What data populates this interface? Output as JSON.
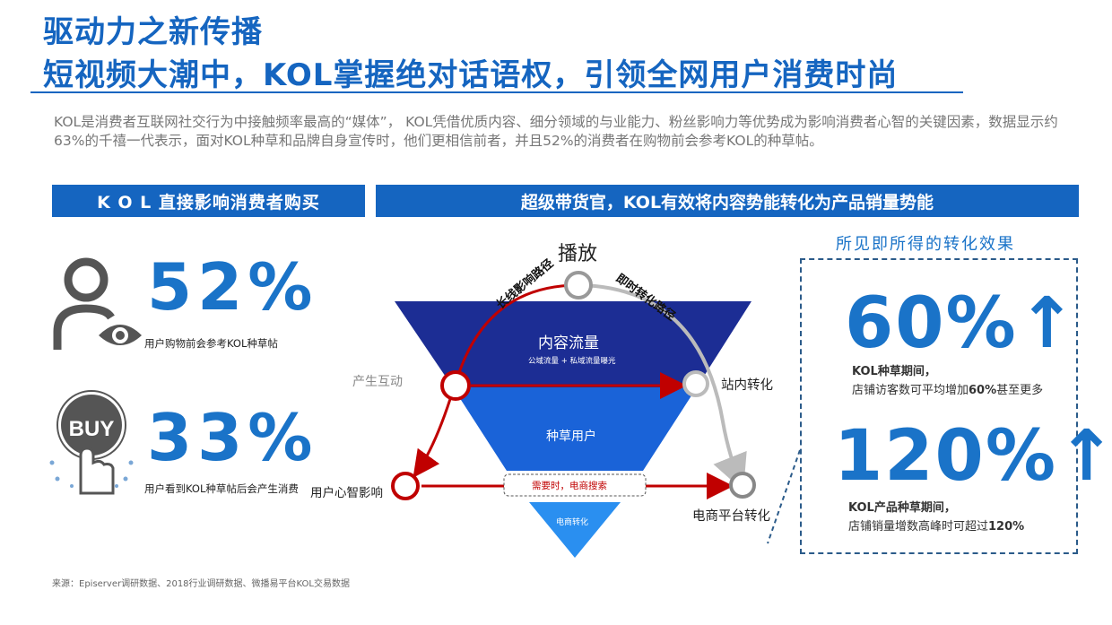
{
  "header": {
    "title_line1": "驱动力之新传播",
    "title_line2": "短视频大潮中，KOL掌握绝对话语权，引领全网用户消费时尚"
  },
  "intro": "KOL是消费者互联网社交行为中接触频率最高的“媒体”， KOL凭借优质内容、细分领域的与业能力、粉丝影响力等优势成为影响消费者心智的关键因素，数据显示约63%的千禧一代表示，面对KOL种草和品牌自身宣传时，他们更相信前者，并且52%的消费者在购物前会参考KOL的种草帖。",
  "left_section": {
    "header": "K O L 直接影响消费者购买",
    "stats": [
      {
        "value": "52%",
        "caption": "用户购物前会参考KOL种草帖",
        "icon": "person-eye-icon"
      },
      {
        "value": "33%",
        "caption": "用户看到KOL种草帖后会产生消费",
        "icon": "buy-button-icon",
        "icon_text": "BUY"
      }
    ]
  },
  "right_section": {
    "header": "超级带货官，KOL有效将内容势能转化为产品销量势能",
    "funnel": {
      "top_label": "播放",
      "layers": [
        {
          "label": "内容流量",
          "sublabel": "公域流量 + 私域流量曝光"
        },
        {
          "label": "种草用户"
        },
        {
          "label": "电商转化"
        }
      ],
      "arc_left_label": "长线影响路径",
      "arc_right_label": "即时转化路径",
      "node_labels": {
        "interaction": "产生互动",
        "onsite": "站内转化",
        "mind": "用户心智影响",
        "ecommerce": "电商平台转化"
      },
      "search_tag": "需要时，电商搜索"
    },
    "effects": {
      "title": "所见即所得的转化效果",
      "items": [
        {
          "value": "60%",
          "arrow": "↑",
          "line1": "KOL种草期间，",
          "line2_pre": "店铺访客数可平均增加",
          "line2_bold": "60%",
          "line2_post": "甚至更多"
        },
        {
          "value": "120%",
          "arrow": "↑",
          "line1": "KOL产品种草期间，",
          "line2_pre": "店铺销量增数高峰时可超过",
          "line2_bold": "120%",
          "line2_post": ""
        }
      ]
    }
  },
  "source": "来源：Episerver调研数据、2018行业调研数据、微播易平台KOL交易数据",
  "colors": {
    "brand_blue": "#1565c0",
    "accent_red": "#c00000",
    "grey_path": "#bbbbbb",
    "funnel_dark": "#1c2d94",
    "funnel_mid": "#1a63d8",
    "funnel_light": "#2a8ff0"
  }
}
